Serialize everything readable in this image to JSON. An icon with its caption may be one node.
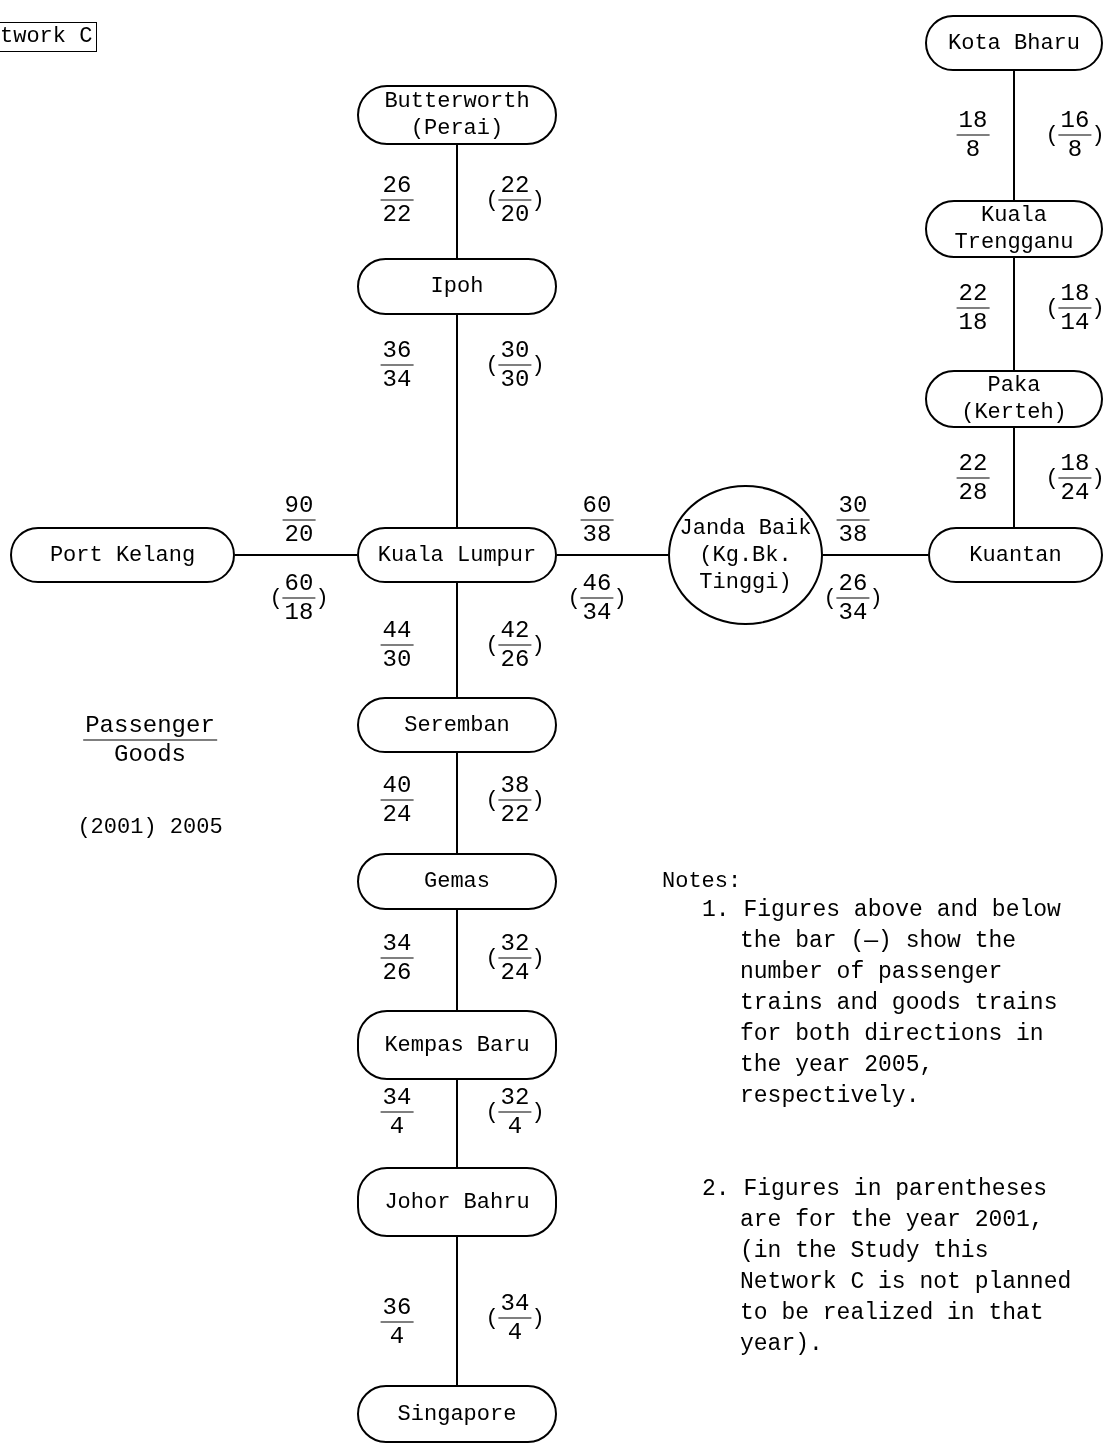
{
  "diagram": {
    "title": "twork C",
    "nodes": [
      {
        "text": [
          "Kota Bharu"
        ]
      },
      {
        "text": [
          "Butterworth (Perai)"
        ]
      },
      {
        "text": [
          "Kuala Trengganu"
        ]
      },
      {
        "text": [
          "Ipoh"
        ]
      },
      {
        "text": [
          "Paka (Kerteh)"
        ]
      },
      {
        "text": [
          "Port Kelang"
        ]
      },
      {
        "text": [
          "Kuala Lumpur"
        ]
      },
      {
        "text": [
          "Janda Baik (Kg.Bk. Tinggi)"
        ]
      },
      {
        "text": [
          "Kuantan"
        ]
      },
      {
        "text": [
          "Seremban"
        ]
      },
      {
        "text": [
          "Gemas"
        ]
      },
      {
        "text": [
          "Kempas Baru"
        ]
      },
      {
        "text": [
          "Johor Bahru"
        ]
      },
      {
        "text": [
          "Singapore"
        ]
      }
    ],
    "edges": [
      {
        "from": 1,
        "to": 3,
        "arrow": "none"
      },
      {
        "from": 3,
        "to": 6,
        "arrow": "none"
      },
      {
        "from": 5,
        "to": 6,
        "arrow": "none"
      },
      {
        "from": 6,
        "to": 7,
        "arrow": "none"
      },
      {
        "from": 7,
        "to": 8,
        "arrow": "none"
      },
      {
        "from": 0,
        "to": 2,
        "arrow": "none"
      },
      {
        "from": 2,
        "to": 4,
        "arrow": "none"
      },
      {
        "from": 4,
        "to": 8,
        "arrow": "none"
      },
      {
        "from": 6,
        "to": 9,
        "arrow": "none"
      },
      {
        "from": 9,
        "to": 10,
        "arrow": "none"
      },
      {
        "from": 10,
        "to": 11,
        "arrow": "none"
      },
      {
        "from": 11,
        "to": 12,
        "arrow": "none"
      },
      {
        "from": 12,
        "to": 13,
        "arrow": "none"
      }
    ],
    "labels": [
      "26",
      "22",
      "(",
      "22",
      "20",
      ")",
      "36",
      "34",
      "(",
      "30",
      "30",
      ")",
      "90",
      "20",
      "(",
      "60",
      "18",
      ")",
      "60",
      "38",
      "(",
      "46",
      "34",
      ")",
      "30",
      "38",
      "(",
      "26",
      "34",
      ")",
      "18",
      "8",
      "(",
      "16",
      "8",
      ")",
      "22",
      "18",
      "(",
      "18",
      "14",
      ")",
      "22",
      "28",
      "(",
      "18",
      "24",
      ")",
      "44",
      "30",
      "(",
      "42",
      "26",
      ")",
      "40",
      "24",
      "(",
      "38",
      "22",
      ")",
      "34",
      "26",
      "(",
      "32",
      "24",
      ")",
      "34",
      "4",
      "(",
      "32",
      "4",
      ")",
      "36",
      "4",
      "(",
      "34",
      "4",
      ")",
      "Passenger",
      "Goods",
      "(2001) 2005",
      "Notes:",
      "1. Figures above and below the bar (—) show the number of passenger trains and goods trains for both directions in the year 2005, respectively.",
      "2. Figures in parentheses are for the year 2001, (in the Study this Network C is not planned to be realized in that year)."
    ]
  }
}
